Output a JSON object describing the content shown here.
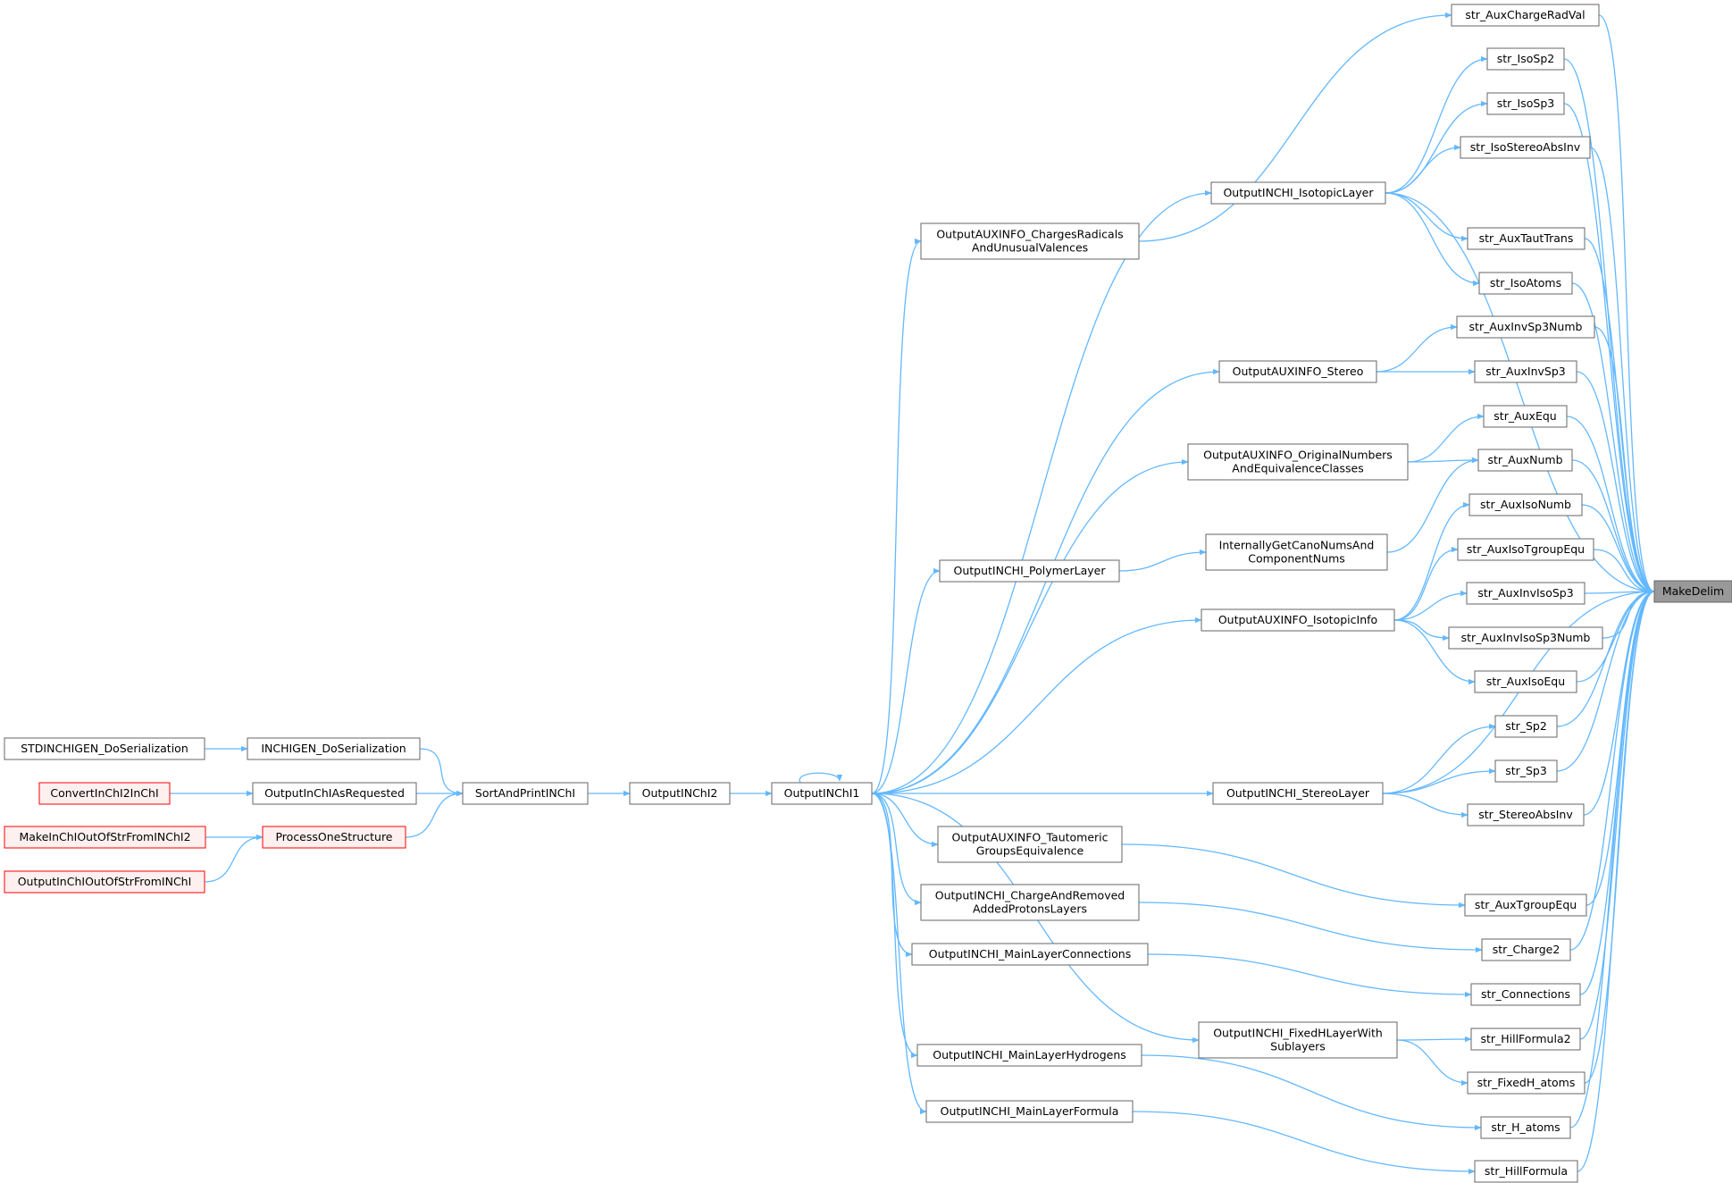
{
  "colors": {
    "edge": "#63b8ff",
    "node_border": "#666666",
    "node_fill": "#ffffff",
    "node_border_external": "#ff0000",
    "node_fill_external": "#fff0f0",
    "node_fill_highlighted": "#999999"
  },
  "diagram": {
    "nodes": [
      {
        "id": "MakeDelim",
        "lines": [
          "MakeDelim"
        ],
        "style": "highlighted"
      },
      {
        "id": "str_AuxChargeRadVal",
        "lines": [
          "str_AuxChargeRadVal"
        ]
      },
      {
        "id": "str_IsoSp2",
        "lines": [
          "str_IsoSp2"
        ]
      },
      {
        "id": "str_IsoSp3",
        "lines": [
          "str_IsoSp3"
        ]
      },
      {
        "id": "str_IsoStereoAbsInv",
        "lines": [
          "str_IsoStereoAbsInv"
        ]
      },
      {
        "id": "str_AuxTautTrans",
        "lines": [
          "str_AuxTautTrans"
        ]
      },
      {
        "id": "str_IsoAtoms",
        "lines": [
          "str_IsoAtoms"
        ]
      },
      {
        "id": "str_AuxInvSp3Numb",
        "lines": [
          "str_AuxInvSp3Numb"
        ]
      },
      {
        "id": "str_AuxInvSp3",
        "lines": [
          "str_AuxInvSp3"
        ]
      },
      {
        "id": "str_AuxEqu",
        "lines": [
          "str_AuxEqu"
        ]
      },
      {
        "id": "str_AuxNumb",
        "lines": [
          "str_AuxNumb"
        ]
      },
      {
        "id": "str_AuxIsoNumb",
        "lines": [
          "str_AuxIsoNumb"
        ]
      },
      {
        "id": "str_AuxIsoTgroupEqu",
        "lines": [
          "str_AuxIsoTgroupEqu"
        ]
      },
      {
        "id": "str_AuxInvIsoSp3",
        "lines": [
          "str_AuxInvIsoSp3"
        ]
      },
      {
        "id": "str_AuxInvIsoSp3Numb",
        "lines": [
          "str_AuxInvIsoSp3Numb"
        ]
      },
      {
        "id": "str_AuxIsoEqu",
        "lines": [
          "str_AuxIsoEqu"
        ]
      },
      {
        "id": "str_Sp2",
        "lines": [
          "str_Sp2"
        ]
      },
      {
        "id": "str_Sp3",
        "lines": [
          "str_Sp3"
        ]
      },
      {
        "id": "str_StereoAbsInv",
        "lines": [
          "str_StereoAbsInv"
        ]
      },
      {
        "id": "str_AuxTgroupEqu",
        "lines": [
          "str_AuxTgroupEqu"
        ]
      },
      {
        "id": "str_Charge2",
        "lines": [
          "str_Charge2"
        ]
      },
      {
        "id": "str_Connections",
        "lines": [
          "str_Connections"
        ]
      },
      {
        "id": "str_HillFormula2",
        "lines": [
          "str_HillFormula2"
        ]
      },
      {
        "id": "str_FixedH_atoms",
        "lines": [
          "str_FixedH_atoms"
        ]
      },
      {
        "id": "str_H_atoms",
        "lines": [
          "str_H_atoms"
        ]
      },
      {
        "id": "str_HillFormula",
        "lines": [
          "str_HillFormula"
        ]
      },
      {
        "id": "OutputINCHI_IsotopicLayer",
        "lines": [
          "OutputINCHI_IsotopicLayer"
        ]
      },
      {
        "id": "OutputAUXINFO_ChargesRadicals",
        "lines": [
          "OutputAUXINFO_ChargesRadicals",
          "AndUnusualValences"
        ]
      },
      {
        "id": "OutputAUXINFO_Stereo",
        "lines": [
          "OutputAUXINFO_Stereo"
        ]
      },
      {
        "id": "OutputAUXINFO_OriginalNumbers",
        "lines": [
          "OutputAUXINFO_OriginalNumbers",
          "AndEquivalenceClasses"
        ]
      },
      {
        "id": "InternallyGetCanoNumsAnd",
        "lines": [
          "InternallyGetCanoNumsAnd",
          "ComponentNums"
        ]
      },
      {
        "id": "OutputINCHI_PolymerLayer",
        "lines": [
          "OutputINCHI_PolymerLayer"
        ]
      },
      {
        "id": "OutputAUXINFO_IsotopicInfo",
        "lines": [
          "OutputAUXINFO_IsotopicInfo"
        ]
      },
      {
        "id": "OutputINCHI_StereoLayer",
        "lines": [
          "OutputINCHI_StereoLayer"
        ]
      },
      {
        "id": "OutputAUXINFO_Tautomeric",
        "lines": [
          "OutputAUXINFO_Tautomeric",
          "GroupsEquivalence"
        ]
      },
      {
        "id": "OutputINCHI_ChargeAndRemoved",
        "lines": [
          "OutputINCHI_ChargeAndRemoved",
          "AddedProtonsLayers"
        ]
      },
      {
        "id": "OutputINCHI_MainLayerConnections",
        "lines": [
          "OutputINCHI_MainLayerConnections"
        ]
      },
      {
        "id": "OutputINCHI_FixedHLayerWith",
        "lines": [
          "OutputINCHI_FixedHLayerWith",
          "Sublayers"
        ]
      },
      {
        "id": "OutputINCHI_MainLayerHydrogens",
        "lines": [
          "OutputINCHI_MainLayerHydrogens"
        ]
      },
      {
        "id": "OutputINCHI_MainLayerFormula",
        "lines": [
          "OutputINCHI_MainLayerFormula"
        ]
      },
      {
        "id": "OutputINChI1",
        "lines": [
          "OutputINChI1"
        ]
      },
      {
        "id": "OutputINChI2",
        "lines": [
          "OutputINChI2"
        ]
      },
      {
        "id": "SortAndPrintINChI",
        "lines": [
          "SortAndPrintINChI"
        ]
      },
      {
        "id": "INCHIGEN_DoSerialization",
        "lines": [
          "INCHIGEN_DoSerialization"
        ]
      },
      {
        "id": "OutputInChIAsRequested",
        "lines": [
          "OutputInChIAsRequested"
        ]
      },
      {
        "id": "ProcessOneStructure",
        "lines": [
          "ProcessOneStructure"
        ],
        "style": "external"
      },
      {
        "id": "STDINCHIGEN_DoSerialization",
        "lines": [
          "STDINCHIGEN_DoSerialization"
        ]
      },
      {
        "id": "ConvertInChI2InChI",
        "lines": [
          "ConvertInChI2InChI"
        ],
        "style": "external"
      },
      {
        "id": "MakeInChIOutOfStrFromINChI2",
        "lines": [
          "MakeInChIOutOfStrFromINChI2"
        ],
        "style": "external"
      },
      {
        "id": "OutputInChIOutOfStrFromINChI",
        "lines": [
          "OutputInChIOutOfStrFromINChI"
        ],
        "style": "external"
      }
    ],
    "edges": [
      [
        "str_AuxChargeRadVal",
        "MakeDelim"
      ],
      [
        "str_IsoSp2",
        "MakeDelim"
      ],
      [
        "str_IsoSp3",
        "MakeDelim"
      ],
      [
        "str_IsoStereoAbsInv",
        "MakeDelim"
      ],
      [
        "OutputINCHI_IsotopicLayer",
        "MakeDelim"
      ],
      [
        "str_AuxTautTrans",
        "MakeDelim"
      ],
      [
        "str_IsoAtoms",
        "MakeDelim"
      ],
      [
        "str_AuxInvSp3Numb",
        "MakeDelim"
      ],
      [
        "str_AuxInvSp3",
        "MakeDelim"
      ],
      [
        "str_AuxEqu",
        "MakeDelim"
      ],
      [
        "str_AuxNumb",
        "MakeDelim"
      ],
      [
        "str_AuxIsoNumb",
        "MakeDelim"
      ],
      [
        "str_AuxIsoTgroupEqu",
        "MakeDelim"
      ],
      [
        "str_AuxInvIsoSp3",
        "MakeDelim"
      ],
      [
        "str_AuxInvIsoSp3Numb",
        "MakeDelim"
      ],
      [
        "str_AuxIsoEqu",
        "MakeDelim"
      ],
      [
        "str_Sp2",
        "MakeDelim"
      ],
      [
        "str_Sp3",
        "MakeDelim"
      ],
      [
        "str_StereoAbsInv",
        "MakeDelim"
      ],
      [
        "OutputINCHI_StereoLayer",
        "MakeDelim"
      ],
      [
        "str_AuxTgroupEqu",
        "MakeDelim"
      ],
      [
        "str_Charge2",
        "MakeDelim"
      ],
      [
        "str_Connections",
        "MakeDelim"
      ],
      [
        "str_HillFormula2",
        "MakeDelim"
      ],
      [
        "str_FixedH_atoms",
        "MakeDelim"
      ],
      [
        "str_H_atoms",
        "MakeDelim"
      ],
      [
        "str_HillFormula",
        "MakeDelim"
      ],
      [
        "OutputINCHI_IsotopicLayer",
        "str_IsoSp2"
      ],
      [
        "OutputINCHI_IsotopicLayer",
        "str_IsoSp3"
      ],
      [
        "OutputINCHI_IsotopicLayer",
        "str_IsoStereoAbsInv"
      ],
      [
        "OutputINCHI_IsotopicLayer",
        "str_AuxTautTrans"
      ],
      [
        "OutputINCHI_IsotopicLayer",
        "str_IsoAtoms"
      ],
      [
        "OutputAUXINFO_ChargesRadicals",
        "str_AuxChargeRadVal"
      ],
      [
        "OutputAUXINFO_Stereo",
        "str_AuxInvSp3Numb"
      ],
      [
        "OutputAUXINFO_Stereo",
        "str_AuxInvSp3"
      ],
      [
        "OutputAUXINFO_OriginalNumbers",
        "str_AuxEqu"
      ],
      [
        "OutputAUXINFO_OriginalNumbers",
        "str_AuxNumb"
      ],
      [
        "InternallyGetCanoNumsAnd",
        "str_AuxNumb"
      ],
      [
        "OutputINCHI_PolymerLayer",
        "InternallyGetCanoNumsAnd"
      ],
      [
        "OutputAUXINFO_IsotopicInfo",
        "str_AuxIsoNumb"
      ],
      [
        "OutputAUXINFO_IsotopicInfo",
        "str_AuxIsoTgroupEqu"
      ],
      [
        "OutputAUXINFO_IsotopicInfo",
        "str_AuxInvIsoSp3"
      ],
      [
        "OutputAUXINFO_IsotopicInfo",
        "str_AuxInvIsoSp3Numb"
      ],
      [
        "OutputAUXINFO_IsotopicInfo",
        "str_AuxIsoEqu"
      ],
      [
        "OutputINCHI_StereoLayer",
        "str_Sp2"
      ],
      [
        "OutputINCHI_StereoLayer",
        "str_Sp3"
      ],
      [
        "OutputINCHI_StereoLayer",
        "str_StereoAbsInv"
      ],
      [
        "OutputAUXINFO_Tautomeric",
        "str_AuxTgroupEqu"
      ],
      [
        "OutputINCHI_ChargeAndRemoved",
        "str_Charge2"
      ],
      [
        "OutputINCHI_MainLayerConnections",
        "str_Connections"
      ],
      [
        "OutputINCHI_FixedHLayerWith",
        "str_HillFormula2"
      ],
      [
        "OutputINCHI_FixedHLayerWith",
        "str_FixedH_atoms"
      ],
      [
        "OutputINCHI_MainLayerHydrogens",
        "str_H_atoms"
      ],
      [
        "OutputINCHI_MainLayerFormula",
        "str_HillFormula"
      ],
      [
        "OutputINChI1",
        "OutputINCHI_IsotopicLayer"
      ],
      [
        "OutputINChI1",
        "OutputAUXINFO_ChargesRadicals"
      ],
      [
        "OutputINChI1",
        "OutputAUXINFO_Stereo"
      ],
      [
        "OutputINChI1",
        "OutputAUXINFO_OriginalNumbers"
      ],
      [
        "OutputINChI1",
        "OutputINCHI_PolymerLayer"
      ],
      [
        "OutputINChI1",
        "OutputAUXINFO_IsotopicInfo"
      ],
      [
        "OutputINChI1",
        "OutputINCHI_StereoLayer"
      ],
      [
        "OutputINChI1",
        "OutputAUXINFO_Tautomeric"
      ],
      [
        "OutputINChI1",
        "OutputINCHI_ChargeAndRemoved"
      ],
      [
        "OutputINChI1",
        "OutputINCHI_MainLayerConnections"
      ],
      [
        "OutputINChI1",
        "OutputINCHI_FixedHLayerWith"
      ],
      [
        "OutputINChI1",
        "OutputINCHI_MainLayerHydrogens"
      ],
      [
        "OutputINChI1",
        "OutputINCHI_MainLayerFormula"
      ],
      [
        "OutputINChI1",
        "OutputINChI1"
      ],
      [
        "OutputINChI2",
        "OutputINChI1"
      ],
      [
        "SortAndPrintINChI",
        "OutputINChI2"
      ],
      [
        "INCHIGEN_DoSerialization",
        "SortAndPrintINChI"
      ],
      [
        "OutputInChIAsRequested",
        "SortAndPrintINChI"
      ],
      [
        "ProcessOneStructure",
        "SortAndPrintINChI"
      ],
      [
        "STDINCHIGEN_DoSerialization",
        "INCHIGEN_DoSerialization"
      ],
      [
        "ConvertInChI2InChI",
        "OutputInChIAsRequested"
      ],
      [
        "MakeInChIOutOfStrFromINChI2",
        "ProcessOneStructure"
      ],
      [
        "OutputInChIOutOfStrFromINChI",
        "ProcessOneStructure"
      ]
    ]
  }
}
